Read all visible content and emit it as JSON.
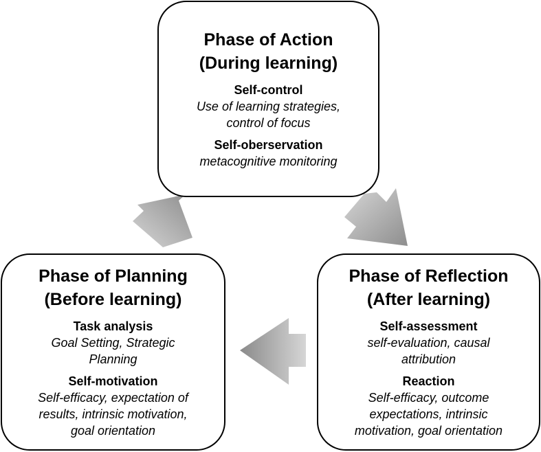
{
  "phases": {
    "action": {
      "title_lines": [
        "Phase of Action",
        "(During learning)"
      ],
      "sections": [
        {
          "heading": "Self-control",
          "body_lines": [
            "Use of learning strategies,",
            "control of focus"
          ]
        },
        {
          "heading": "Self-oberservation",
          "body_lines": [
            "metacognitive monitoring"
          ]
        }
      ]
    },
    "planning": {
      "title_lines": [
        "Phase of Planning",
        "(Before learning)"
      ],
      "sections": [
        {
          "heading": "Task analysis",
          "body_lines": [
            "Goal Setting, Strategic",
            "Planning"
          ]
        },
        {
          "heading": "Self-motivation",
          "body_lines": [
            "Self-efficacy, expectation of",
            "results, intrinsic motivation,",
            "goal orientation"
          ]
        }
      ]
    },
    "reflection": {
      "title_lines": [
        "Phase of Reflection",
        "(After learning)"
      ],
      "sections": [
        {
          "heading": "Self-assessment",
          "body_lines": [
            "self-evaluation, causal",
            "attribution"
          ]
        },
        {
          "heading": "Reaction",
          "body_lines": [
            "Self-efficacy, outcome",
            "expectations, intrinsic",
            "motivation, goal orientation"
          ]
        }
      ]
    }
  },
  "colors": {
    "arrow_light": "#cfcfcf",
    "arrow_dark": "#8f8f8f",
    "border": "#000000"
  }
}
